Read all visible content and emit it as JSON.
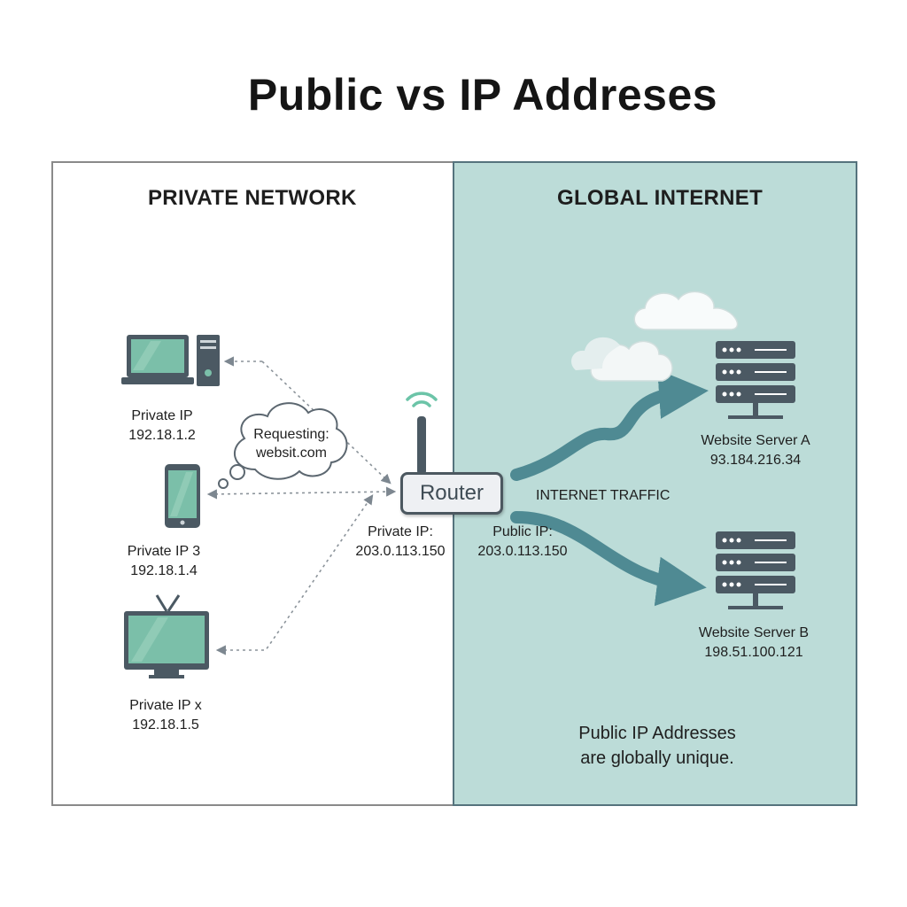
{
  "title": "Public vs IP Addreses",
  "private_panel": {
    "heading": "PRIVATE NETWORK",
    "devices": [
      {
        "icon": "desktop-computer-icon",
        "label": "Private IP",
        "ip": "192.18.1.2"
      },
      {
        "icon": "smartphone-icon",
        "label": "Private IP 3",
        "ip": "192.18.1.4"
      },
      {
        "icon": "television-icon",
        "label": "Private IP x",
        "ip": "192.18.1.5"
      }
    ],
    "thought_bubble": {
      "line1": "Requesting:",
      "line2": "websit.com"
    }
  },
  "router": {
    "label": "Router",
    "private_label": "Private IP:",
    "private_ip": "203.0.113.150",
    "public_label": "Public IP:",
    "public_ip": "203.0.113.150"
  },
  "public_panel": {
    "heading": "GLOBAL INTERNET",
    "traffic_label": "INTERNET TRAFFIC",
    "servers": [
      {
        "icon": "server-rack-icon",
        "label": "Website Server A",
        "ip": "93.184.216.34"
      },
      {
        "icon": "server-rack-icon",
        "label": "Website Server B",
        "ip": "198.51.100.121"
      }
    ],
    "footnote_line1": "Public IP Addresses",
    "footnote_line2": "are globally unique."
  },
  "colors": {
    "teal_panel": "#bcdcd8",
    "device_screen": "#7bbfa9",
    "device_dark": "#4b5963",
    "traffic_arrow": "#4f8a93",
    "cloud": "#ffffff"
  }
}
